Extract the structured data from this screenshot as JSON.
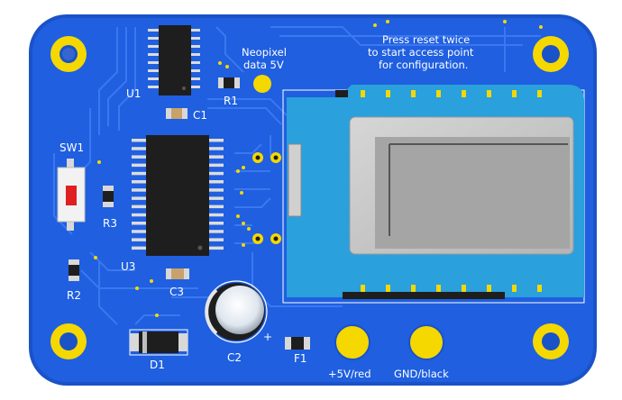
{
  "colors": {
    "board": "#1f5fe0",
    "board_edge": "#1a52c8",
    "copper_trace": "#3f7bf2",
    "pad_gold": "#f5d800",
    "ic_body": "#1e1e1e",
    "module_pcb": "#2aa0dc",
    "module_shield": "#c8c8c8",
    "silk": "#ffffff"
  },
  "labels": {
    "note_line1": "Press reset twice",
    "note_line2": "to start access point",
    "note_line3": "for configuration.",
    "neopixel_line1": "Neopixel",
    "neopixel_line2": "data 5V",
    "u1": "U1",
    "r1": "R1",
    "c1": "C1",
    "sw1": "SW1",
    "r3": "R3",
    "u3": "U3",
    "r2": "R2",
    "c3": "C3",
    "c2": "C2",
    "d1": "D1",
    "f1": "F1",
    "plus": "+",
    "pad_5v": "+5V/red",
    "pad_gnd": "GND/black"
  },
  "icons": {
    "mounting_hole": "mounting-hole-icon",
    "capacitor": "electrolytic-capacitor-icon",
    "button": "tactile-switch-icon"
  }
}
